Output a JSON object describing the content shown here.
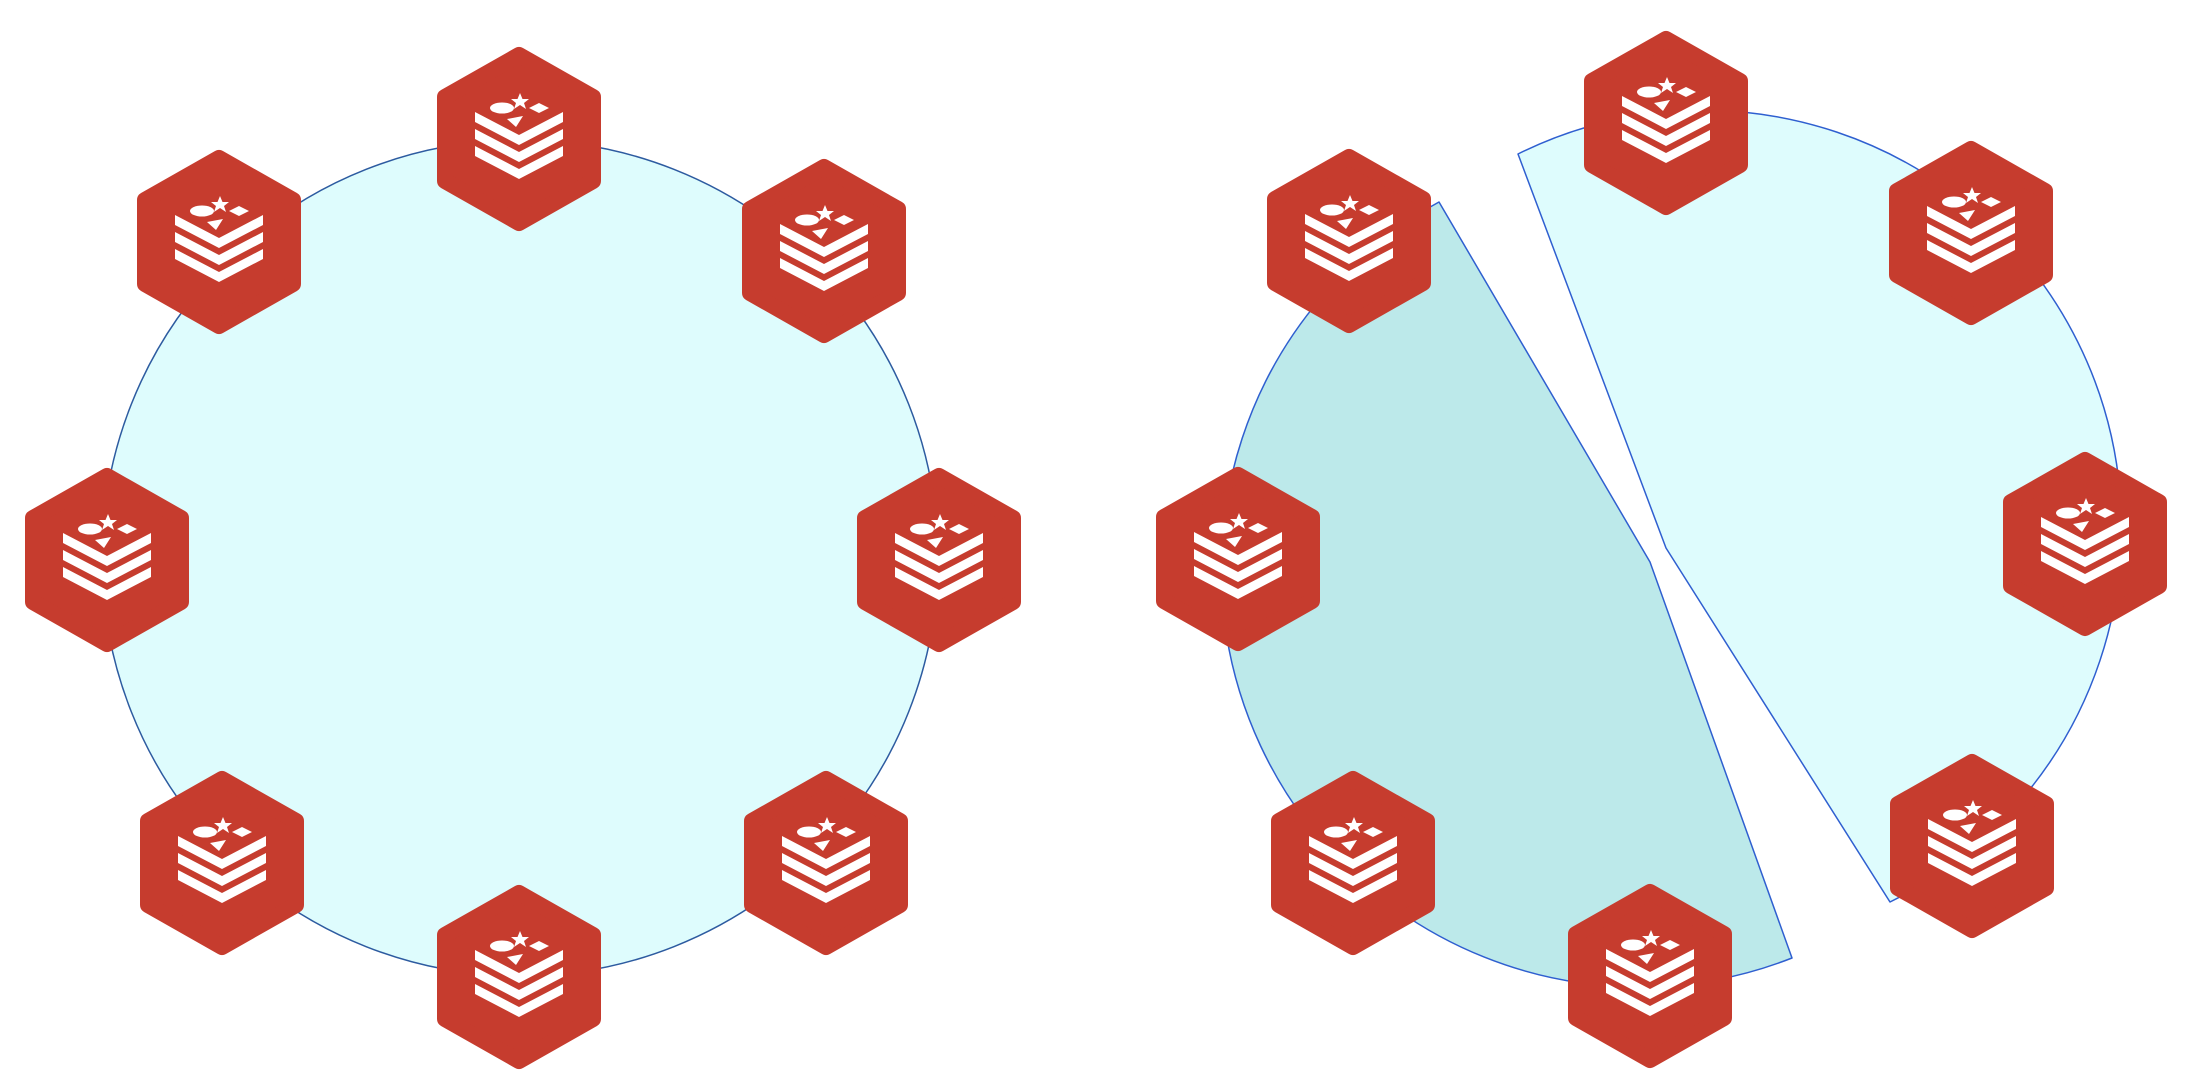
{
  "diagram": {
    "description_icons": "redis-node-icon",
    "colors": {
      "node_fill": "#C63C2E",
      "node_glyph": "#FFFFFF",
      "ring_fill": "#DEFCFD",
      "ring_stroke_left": "#2D5BA0",
      "segment_dark_fill": "#BCE9EA",
      "segment_stroke": "#2F5FD0"
    },
    "left_ring": {
      "node_count": 8
    },
    "right_ring": {
      "node_count": 8,
      "segments": 2
    }
  }
}
